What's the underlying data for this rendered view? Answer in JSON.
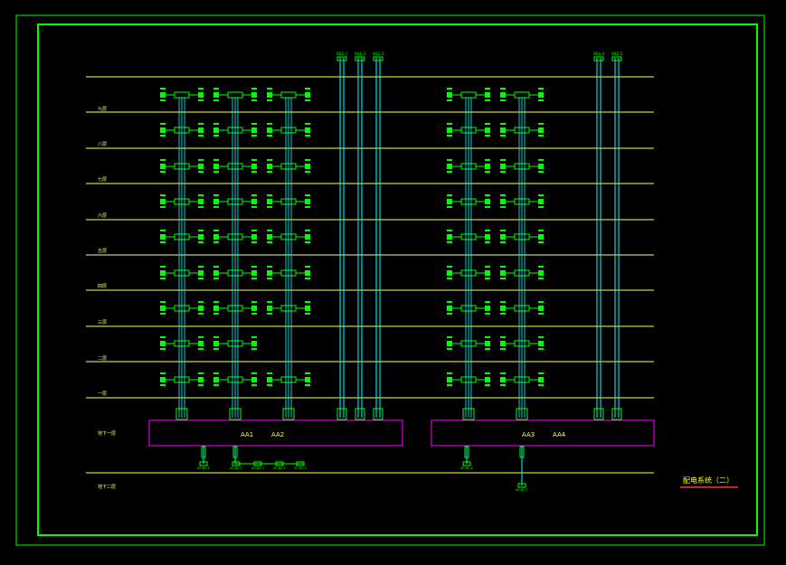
{
  "drawing": {
    "title": "配电系统（二）",
    "colors": {
      "background": "#000000",
      "border": "#00ff00",
      "floor_line": "#ffff66",
      "riser": "#00ffff",
      "equipment": "#00ff00",
      "cabinet": "#ff00ff",
      "title_text": "#ffff00",
      "title_underline": "#ff3333"
    }
  },
  "floors": [
    {
      "label": "九层"
    },
    {
      "label": "八层"
    },
    {
      "label": "七层"
    },
    {
      "label": "六层"
    },
    {
      "label": "五层"
    },
    {
      "label": "四层"
    },
    {
      "label": "三层"
    },
    {
      "label": "二层"
    },
    {
      "label": "一层"
    },
    {
      "label": "地下一层"
    },
    {
      "label": "地下二层"
    }
  ],
  "risers": [
    {
      "label": "WLE-1"
    },
    {
      "label": "WLE-2"
    },
    {
      "label": "WLE-3"
    },
    {
      "label": "WLE-4"
    },
    {
      "label": "WLE-5"
    }
  ],
  "cabinets": [
    {
      "labels": [
        "AA1",
        "AA2"
      ]
    },
    {
      "labels": [
        "AA3",
        "AA4"
      ]
    }
  ],
  "basement_panels": [
    {
      "label": "AP-B2-1"
    },
    {
      "label": "AP-B2-2"
    },
    {
      "label": "AP-B2-3"
    },
    {
      "label": "AP-B2-4"
    },
    {
      "label": "AP-B2-5"
    },
    {
      "label": "AP-B2-6"
    },
    {
      "label": "AP-B2-7"
    }
  ]
}
